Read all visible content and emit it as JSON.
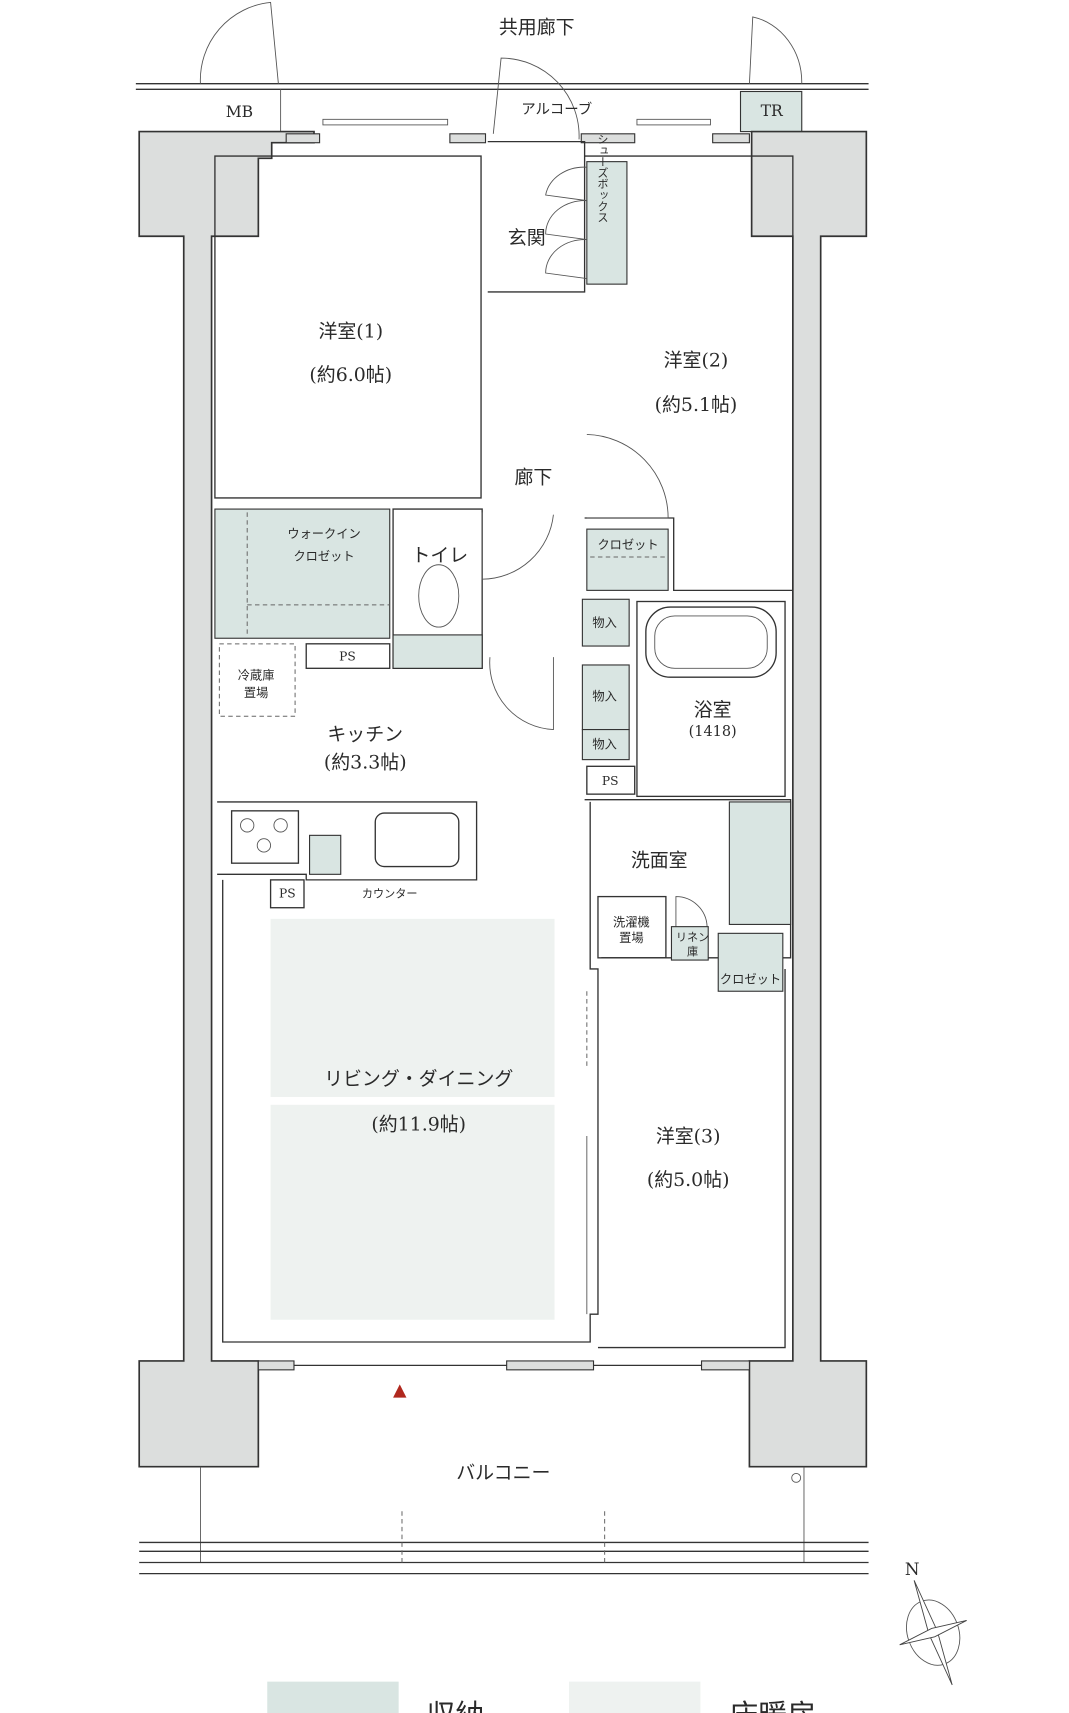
{
  "colors": {
    "storage": "#d9e5e2",
    "floor_heating": "#eef2f0",
    "pillar": "#dcdedd",
    "marker": "#b0281e"
  },
  "exterior": {
    "common_corridor": "共用廊下",
    "alcove": "アルコーブ",
    "mb": "MB",
    "tr": "TR",
    "balcony": "バルコニー"
  },
  "rooms": {
    "western1": {
      "name": "洋室(1)",
      "size": "(約6.0帖)"
    },
    "western2": {
      "name": "洋室(2)",
      "size": "(約5.1帖)"
    },
    "western3": {
      "name": "洋室(3)",
      "size": "(約5.0帖)"
    },
    "entrance": "玄関",
    "hallway": "廊下",
    "shoebox": "シューズボックス",
    "wic": {
      "line1": "ウォークイン",
      "line2": "クロゼット"
    },
    "toilet": "トイレ",
    "closet": "クロゼット",
    "storage": "物入",
    "bath": {
      "name": "浴室",
      "size": "(1418)"
    },
    "ps": "PS",
    "fridge": {
      "line1": "冷蔵庫",
      "line2": "置場"
    },
    "kitchen": {
      "name": "キッチン",
      "size": "(約3.3帖)"
    },
    "counter": "カウンター",
    "washroom": "洗面室",
    "washer": {
      "line1": "洗濯機",
      "line2": "置場"
    },
    "linen": {
      "line1": "リネン",
      "line2": "庫"
    },
    "living": {
      "name": "リビング・ダイニング",
      "size": "(約11.9帖)"
    }
  },
  "compass": {
    "north": "N"
  },
  "legend": [
    {
      "label": "収納",
      "color": "#d9e5e2"
    },
    {
      "label": "床暖房",
      "color": "#eef2f0"
    }
  ]
}
